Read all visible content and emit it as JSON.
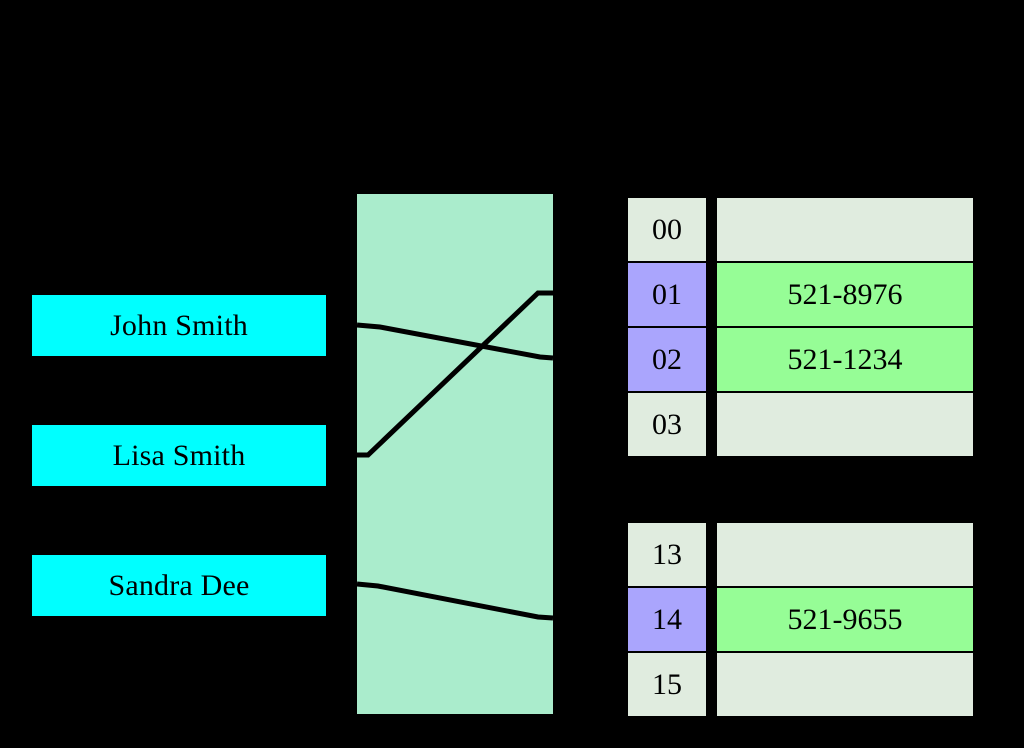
{
  "diagram": {
    "title": "hash-table-diagram",
    "colors": {
      "background": "#000000",
      "key_box": "#00ffff",
      "hash_block": "#aaeccc",
      "bucket_empty_index": "#e0ecdf",
      "bucket_empty_value": "#e0ecdf",
      "bucket_filled_index": "#aaa5fd",
      "bucket_filled_value": "#96fd96",
      "line": "#000000",
      "text": "#000000"
    }
  },
  "keys": [
    {
      "label": "John Smith"
    },
    {
      "label": "Lisa Smith"
    },
    {
      "label": "Sandra Dee"
    }
  ],
  "hash_function": {
    "label": ""
  },
  "buckets_upper": [
    {
      "index": "00",
      "value": "",
      "occupied": false
    },
    {
      "index": "01",
      "value": "521-8976",
      "occupied": true
    },
    {
      "index": "02",
      "value": "521-1234",
      "occupied": true
    },
    {
      "index": "03",
      "value": "",
      "occupied": false
    }
  ],
  "buckets_lower": [
    {
      "index": "13",
      "value": "",
      "occupied": false
    },
    {
      "index": "14",
      "value": "521-9655",
      "occupied": true
    },
    {
      "index": "15",
      "value": "",
      "occupied": false
    }
  ],
  "mappings": [
    {
      "from": "John Smith",
      "to": "02"
    },
    {
      "from": "Lisa Smith",
      "to": "01"
    },
    {
      "from": "Sandra Dee",
      "to": "14"
    }
  ]
}
